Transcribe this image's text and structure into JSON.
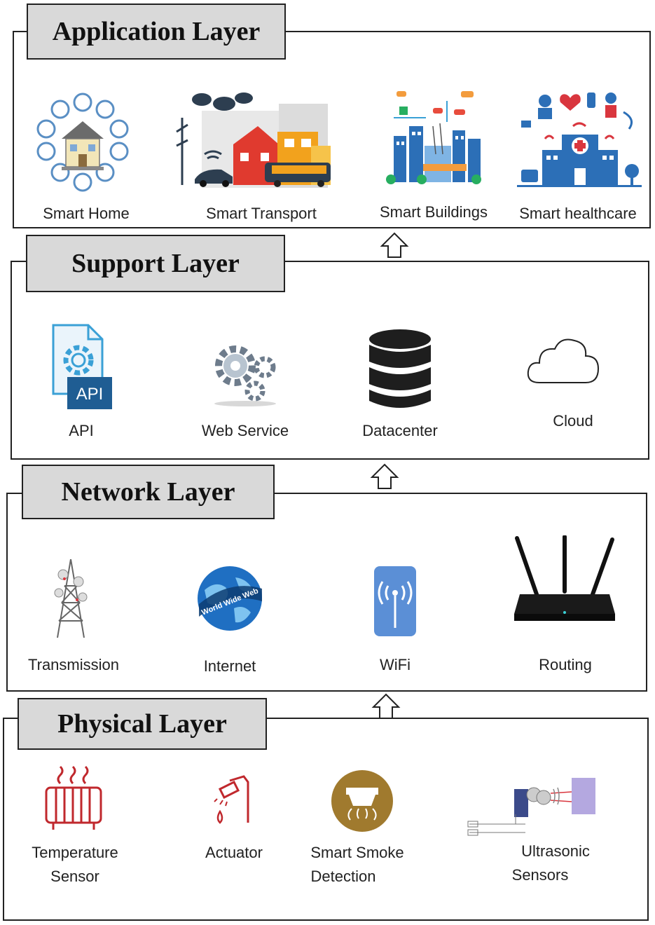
{
  "layers": [
    {
      "title": "Application Layer",
      "items": [
        {
          "label": "Smart Home",
          "icon": "smart-home-icon"
        },
        {
          "label": "Smart Transport",
          "icon": "smart-transport-icon"
        },
        {
          "label": "Smart Buildings",
          "icon": "smart-buildings-icon"
        },
        {
          "label": "Smart healthcare",
          "icon": "smart-healthcare-icon"
        }
      ]
    },
    {
      "title": "Support Layer",
      "items": [
        {
          "label": "API",
          "icon": "api-icon",
          "icon_text": "API"
        },
        {
          "label": "Web Service",
          "icon": "gears-icon"
        },
        {
          "label": "Datacenter",
          "icon": "database-icon"
        },
        {
          "label": "Cloud",
          "icon": "cloud-icon"
        }
      ]
    },
    {
      "title": "Network Layer",
      "items": [
        {
          "label": "Transmission",
          "icon": "transmission-tower-icon"
        },
        {
          "label": "Internet",
          "icon": "globe-icon",
          "icon_text": "World Wide Web"
        },
        {
          "label": "WiFi",
          "icon": "wifi-icon"
        },
        {
          "label": "Routing",
          "icon": "router-icon"
        }
      ]
    },
    {
      "title": "Physical Layer",
      "items": [
        {
          "label_line1": "Temperature",
          "label_line2": "Sensor",
          "icon": "temperature-sensor-icon"
        },
        {
          "label": "Actuator",
          "icon": "actuator-icon"
        },
        {
          "label_line1": "Smart Smoke",
          "label_line2": "Detection",
          "icon": "smoke-detector-icon"
        },
        {
          "label_line1": "Ultrasonic",
          "label_line2": "Sensors",
          "icon": "ultrasonic-sensor-icon"
        }
      ]
    }
  ],
  "colors": {
    "title_bg": "#d9d9d9",
    "border": "#222222",
    "app_blue": "#2c6fb7",
    "physical_red": "#c0282d",
    "smoke_gold": "#a07a2e",
    "wifi_blue": "#5b8fd6"
  }
}
